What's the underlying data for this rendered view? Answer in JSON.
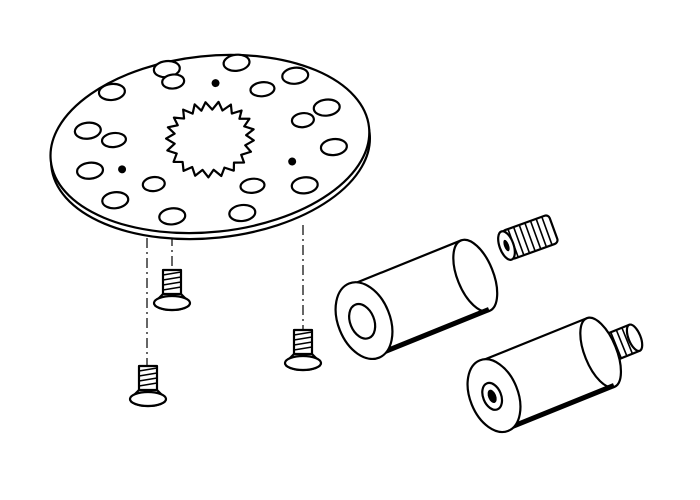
{
  "diagram": {
    "line_color": "#000000",
    "background_color": "#ffffff",
    "parts": [
      "flange-plate",
      "countersunk-screw",
      "countersunk-screw",
      "countersunk-screw",
      "grub-screw",
      "sleeve-adapter",
      "threaded-stud-adapter"
    ]
  }
}
